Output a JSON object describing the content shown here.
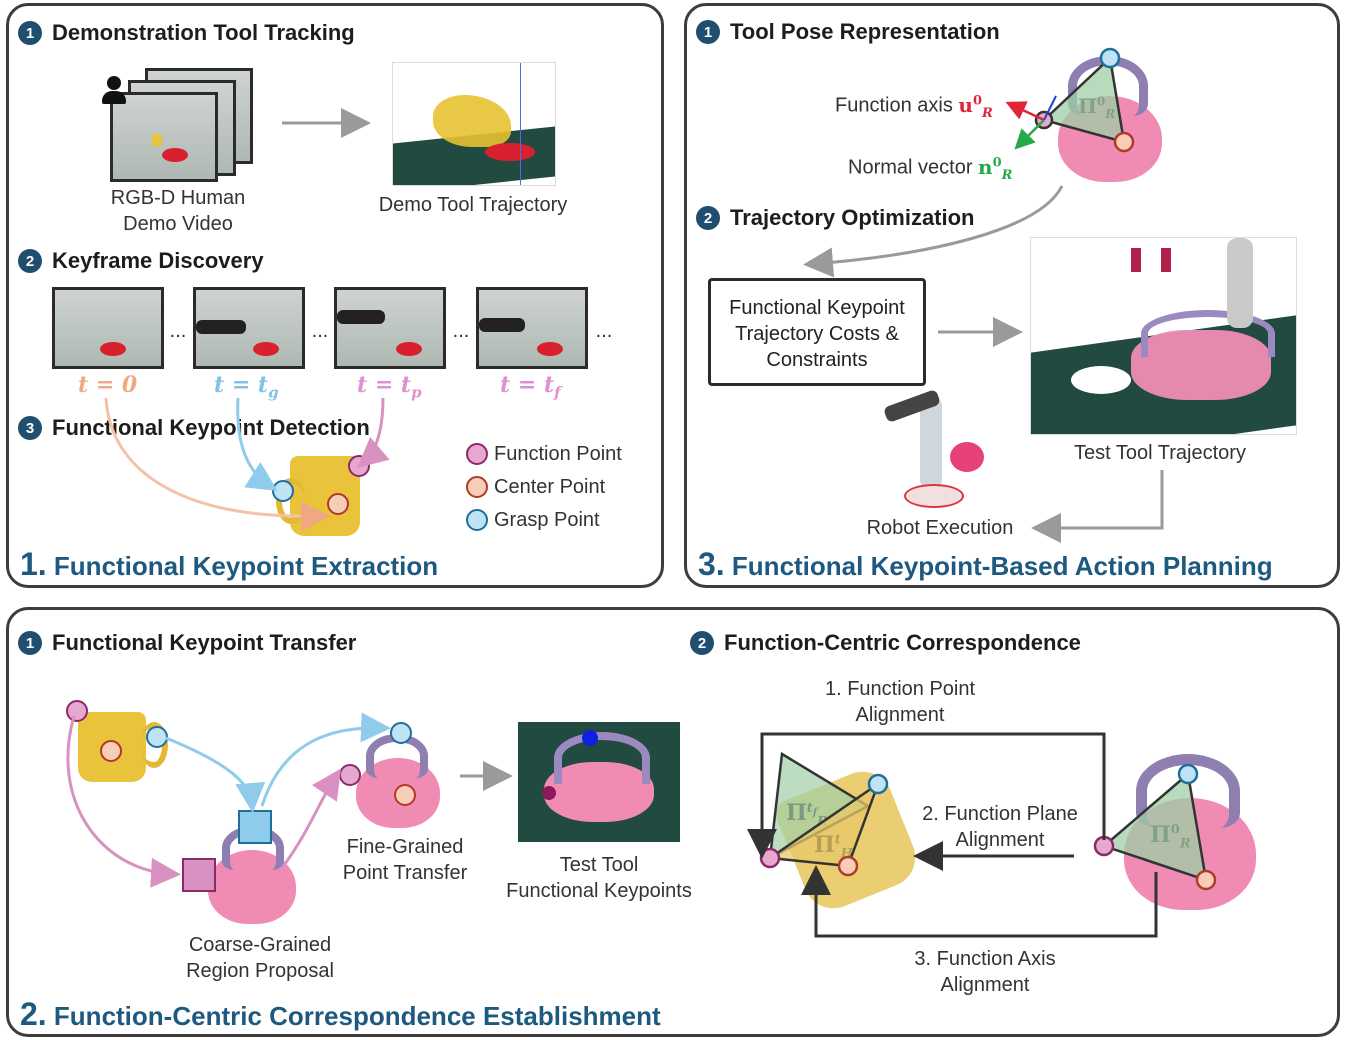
{
  "panel1": {
    "title": "Functional Keypoint Extraction",
    "number": "1.",
    "sec1": {
      "num": "1",
      "label": "Demonstration Tool Tracking"
    },
    "sec2": {
      "num": "2",
      "label": "Keyframe Discovery"
    },
    "sec3": {
      "num": "3",
      "label": "Functional Keypoint Detection"
    },
    "video_label_1": "RGB-D Human",
    "video_label_2": "Demo Video",
    "traj_label": "Demo Tool Trajectory",
    "t0": "t = 0",
    "tg": "t = t",
    "tg_sub": "g",
    "tp": "t = t",
    "tp_sub": "p",
    "tf": "t = t",
    "tf_sub": "f",
    "ellipsis": "...",
    "legend": [
      {
        "label": "Function Point",
        "color": "#d9479b",
        "fill": "#f1c2de"
      },
      {
        "label": "Center Point",
        "color": "#e0694a",
        "fill": "#f7cdb7"
      },
      {
        "label": "Grasp Point",
        "color": "#2a9ed6",
        "fill": "#bfe2f4"
      }
    ]
  },
  "panel3": {
    "title": "Functional Keypoint-Based Action Planning",
    "number": "3.",
    "sec1": {
      "num": "1",
      "label": "Tool Pose Representation"
    },
    "sec2": {
      "num": "2",
      "label": "Trajectory Optimization"
    },
    "function_axis": "Function axis",
    "normal_vector": "Normal vector",
    "u_sym": "u",
    "n_sym": "n",
    "sup0": "0",
    "subR": "R",
    "pi_sym": "Π",
    "box_line1": "Functional Keypoint",
    "box_line2": "Trajectory Costs &",
    "box_line3": "Constraints",
    "test_traj": "Test Tool Trajectory",
    "robot_exec": "Robot Execution"
  },
  "panel2": {
    "title": "Function-Centric Correspondence Establishment",
    "number": "2.",
    "sec1": {
      "num": "1",
      "label": "Functional Keypoint Transfer"
    },
    "sec2": {
      "num": "2",
      "label": "Function-Centric Correspondence"
    },
    "coarse_1": "Coarse-Grained",
    "coarse_2": "Region Proposal",
    "fine_1": "Fine-Grained",
    "fine_2": "Point Transfer",
    "test_1": "Test Tool",
    "test_2": "Functional Keypoints",
    "align1_1": "1. Function Point",
    "align1_2": "Alignment",
    "align2_1": "2. Function Plane",
    "align2_2": "Alignment",
    "align3_1": "3. Function Axis",
    "align3_2": "Alignment",
    "pi_sym": "Π",
    "supf": "t",
    "supf_sub": "f",
    "subR": "R",
    "subH": "H",
    "sup0": "0"
  },
  "colors": {
    "title_blue": "#1e5a80",
    "orange_time": "#f0a882",
    "blue_time": "#7fc4e6",
    "pink_time": "#e08fd0"
  }
}
